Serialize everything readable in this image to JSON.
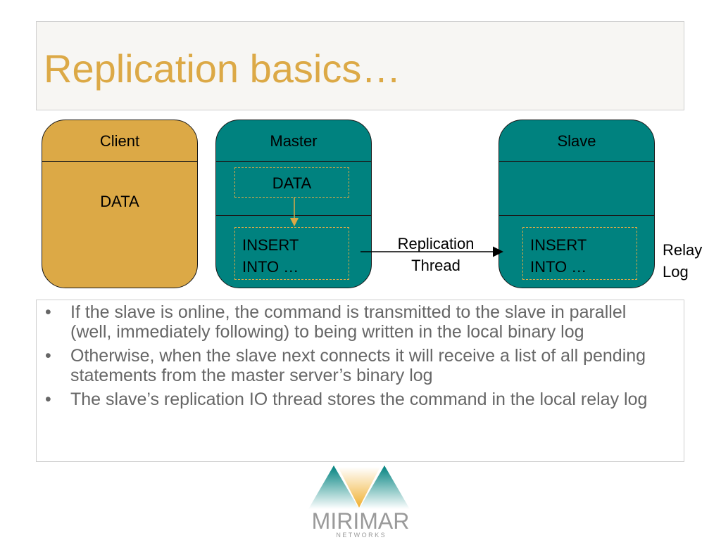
{
  "slide": {
    "title": "Replication basics…"
  },
  "diagram": {
    "client": {
      "label": "Client",
      "data": "DATA"
    },
    "master": {
      "label": "Master",
      "data": "DATA",
      "insert_line1": "INSERT",
      "insert_line2": "INTO …"
    },
    "slave": {
      "label": "Slave",
      "insert_line1": "INSERT",
      "insert_line2": "INTO …"
    },
    "replication_label_line1": "Replication",
    "replication_label_line2": "Thread",
    "relay_label_line1": "Relay",
    "relay_label_line2": "Log",
    "colors": {
      "gold": "#dca946",
      "teal": "#00827f"
    }
  },
  "bullets": [
    "If the slave is online, the command is transmitted to the slave in parallel (well, immediately following) to being written in the local binary log",
    "Otherwise, when the slave next connects it will receive a list of all pending statements from the master server’s binary log",
    "The slave’s replication IO thread stores the command in the local relay log"
  ],
  "logo": {
    "name": "MIRIMAR",
    "subtitle": "N E T W O R K S"
  }
}
